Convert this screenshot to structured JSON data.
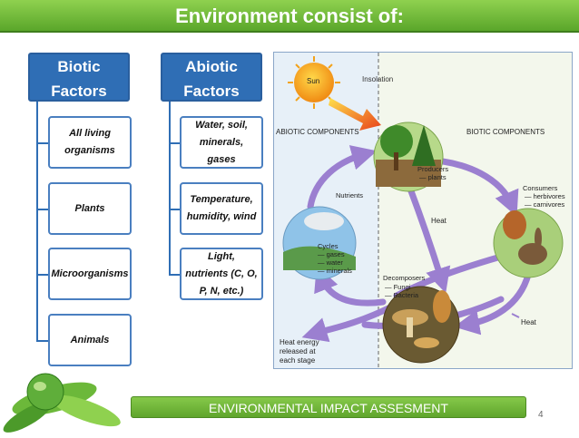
{
  "title": "Environment consist of:",
  "biotic": {
    "header_line1": "Biotic",
    "header_line2": "Factors",
    "items": [
      "All living organisms",
      "Plants",
      "Microorganisms",
      "Animals"
    ]
  },
  "abiotic": {
    "header_line1": "Abiotic",
    "header_line2": "Factors",
    "items": [
      "Water, soil, minerals, gases",
      "Temperature, humidity, wind",
      "Light, nutrients (C, O, P, N, etc.)"
    ]
  },
  "figure": {
    "sun": "Sun",
    "insolation": "Insolation",
    "abiotic_components": "ABIOTIC COMPONENTS",
    "biotic_components": "BIOTIC COMPONENTS",
    "producers": "Producers",
    "producers_sub": "— plants",
    "consumers": "Consumers",
    "consumers_sub1": "— herbivores",
    "consumers_sub2": "— carnivores",
    "nutrients": "Nutrients",
    "heat": "Heat",
    "cycles": "Cycles",
    "cycles_sub1": "— gases",
    "cycles_sub2": "— water",
    "cycles_sub3": "— minerals",
    "decomposers": "Decomposers",
    "decomposers_sub1": "— Fungi",
    "decomposers_sub2": "— Bacteria",
    "heat_energy_1": "Heat energy",
    "heat_energy_2": "released at",
    "heat_energy_3": "each stage",
    "heat_bottom": "Heat"
  },
  "footer": "ENVIRONMENTAL IMPACT ASSESMENT",
  "page_number": "4",
  "colors": {
    "title_green": "#6cb83a",
    "header_blue": "#2f6eb5",
    "arrow_purple": "#9b7fd0"
  }
}
